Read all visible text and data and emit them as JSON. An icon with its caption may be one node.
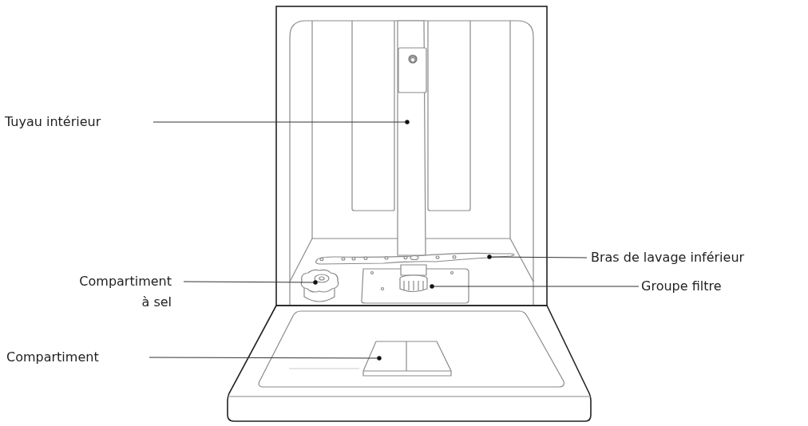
{
  "diagram": {
    "nodes": [
      {
        "text": [
          "Tuyau intérieur"
        ]
      },
      {
        "text": [
          "Compartiment à sel"
        ]
      },
      {
        "text": [
          "Compartiment"
        ]
      },
      {
        "text": [
          "Bras de lavage inférieur"
        ]
      },
      {
        "text": [
          "Groupe filtre"
        ]
      },
      {
        "text": [],
        "shape": "picture"
      },
      {
        "text": [],
        "shape": "picture"
      },
      {
        "text": [],
        "shape": "picture"
      },
      {
        "text": [],
        "shape": "picture"
      },
      {
        "text": [],
        "shape": "picture"
      }
    ],
    "edges": [
      {
        "from": 0,
        "to": 5,
        "arrow": "other"
      },
      {
        "from": 1,
        "to": 6,
        "arrow": "other"
      },
      {
        "from": 2,
        "to": 7,
        "arrow": "other"
      },
      {
        "from": 3,
        "to": 8,
        "arrow": "other"
      },
      {
        "from": 4,
        "to": 9,
        "arrow": "other"
      }
    ]
  }
}
